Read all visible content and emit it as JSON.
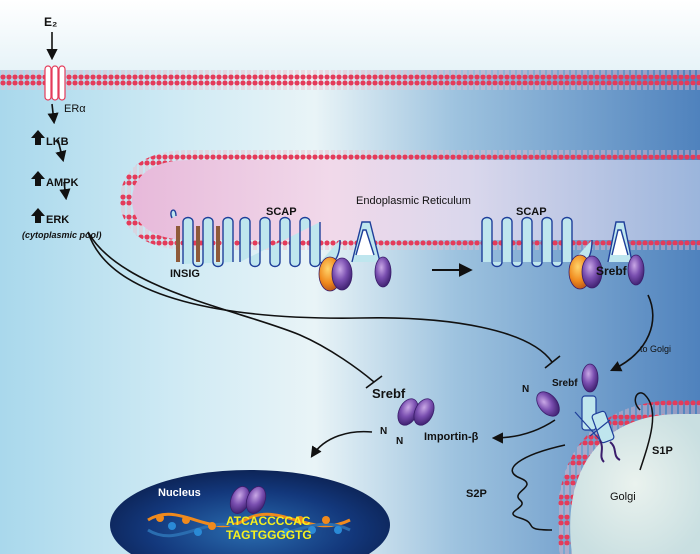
{
  "labels": {
    "e2": "E₂",
    "er_alpha": "ERα",
    "lkb": "LKB",
    "ampk": "AMPK",
    "erk": "ERK",
    "cytoplasmic_pool": "(cytoplasmic pool)",
    "endoplasmic_reticulum": "Endoplasmic Reticulum",
    "scap_left": "SCAP",
    "scap_right": "SCAP",
    "insig": "INSIG",
    "srebf_er": "Srebf",
    "to_golgi": "to Golgi",
    "srebf_golgi": "Srebf",
    "n_golgi": "N",
    "srebf_cyto": "Srebf",
    "n_cyto_1": "N",
    "n_cyto_2": "N",
    "importin_beta": "Importin-β",
    "s2p": "S2P",
    "s1p": "S1P",
    "golgi": "Golgi",
    "nucleus": "Nucleus",
    "dna_top": "ATCACCCCAC",
    "dna_bottom": "TAGTGGGGTG"
  },
  "colors": {
    "membrane_red": "#e43b5a",
    "membrane_pink": "#f3b9c6",
    "sky_top": "#ffffff",
    "sky_mid": "#bfe3f1",
    "deep_blue": "#5f8fc2",
    "er_lumen": "#f2d2e6",
    "scap_fill": "#bfe6ee",
    "scap_stroke": "#1f3f9a",
    "insig_brown": "#8e5a3a",
    "purple": "#6b3a9a",
    "orange": "#f39a2a",
    "nucleus_dark": "#0e2a63",
    "dna_yellow": "#f6f01f"
  },
  "icons": [
    "up-arrow-icon",
    "inhibition-arrow-icon",
    "activation-arrow-icon"
  ]
}
